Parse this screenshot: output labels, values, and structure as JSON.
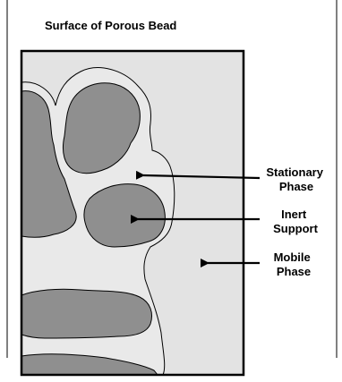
{
  "title": "Surface of Porous Bead",
  "labels": {
    "stationary_phase": [
      "Stationary",
      "Phase"
    ],
    "inert_support": [
      "Inert",
      "Support"
    ],
    "mobile_phase": [
      "Mobile",
      "Phase"
    ]
  },
  "colors": {
    "mobile_phase_fill": "#e3e3e3",
    "inert_support_fill": "#8f8f8f",
    "stationary_phase_fill": "#e9e9e9",
    "outline": "#000000"
  }
}
